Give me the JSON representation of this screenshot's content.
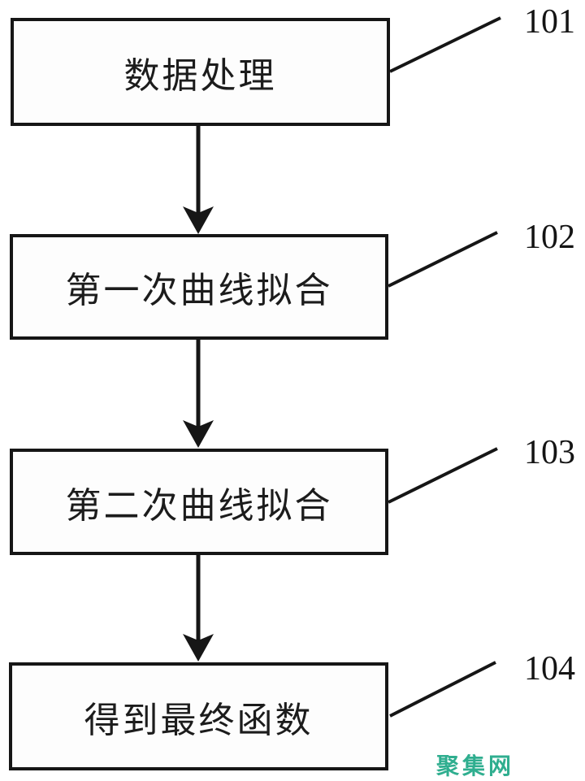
{
  "diagram": {
    "type": "flowchart",
    "direction": "top-down",
    "steps": [
      {
        "ref": "101",
        "label": "数据处理"
      },
      {
        "ref": "102",
        "label": "第一次曲线拟合"
      },
      {
        "ref": "103",
        "label": "第二次曲线拟合"
      },
      {
        "ref": "104",
        "label": "得到最终函数"
      }
    ],
    "connections": [
      {
        "from": "101",
        "to": "102",
        "style": "arrow"
      },
      {
        "from": "102",
        "to": "103",
        "style": "arrow"
      },
      {
        "from": "103",
        "to": "104",
        "style": "arrow"
      }
    ]
  },
  "watermark": {
    "text": "聚集网",
    "color": "#2fae8f"
  },
  "colors": {
    "line": "#161616",
    "text": "#1c1c1c",
    "background": "#ffffff"
  }
}
